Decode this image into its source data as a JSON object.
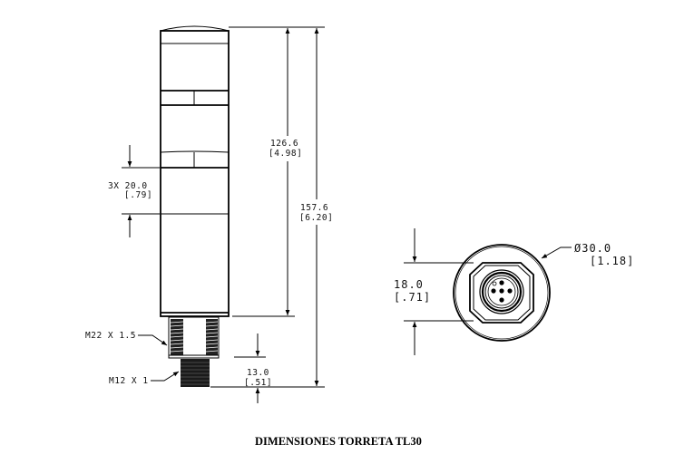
{
  "caption": "DIMENSIONES TORRETA TL30",
  "side_view": {
    "dim_total_height": {
      "value": "157.6",
      "inch": "[6.20]"
    },
    "dim_body_height": {
      "value": "126.6",
      "inch": "[4.98]"
    },
    "dim_segment": {
      "value": "3X 20.0",
      "inch": "[.79]"
    },
    "dim_connector": {
      "value": "13.0",
      "inch": "[.51]"
    },
    "label_mount_thread": "M22 X 1.5",
    "label_connector_thread": "M12 X 1"
  },
  "bottom_view": {
    "dim_diameter": {
      "value": "Ø30.0",
      "inch": "[1.18]"
    },
    "dim_hex_flats": {
      "value": "18.0",
      "inch": "[.71]"
    }
  },
  "colors": {
    "line": "#000000",
    "background": "#ffffff"
  }
}
